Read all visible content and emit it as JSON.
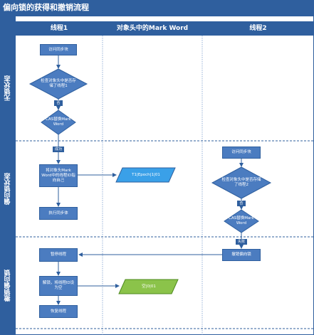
{
  "diagram": {
    "title": "偏向锁的获得和撤销流程",
    "columns": [
      "线程1",
      "对象头中的Mark Word",
      "线程2"
    ],
    "lanes": [
      "无锁状态",
      "偏向锁状态",
      "撤销偏向锁"
    ],
    "thread1": {
      "access_sync": "访问同步块",
      "check_thread": "检查对象头中是否存储了线程1",
      "no_label": "否",
      "cas": "CAS替换Mark Word",
      "ok_label": "成功",
      "replace_id": "将对象头Mark Word中的线程ID指向自己",
      "exec_sync": "执行同步体",
      "pause": "暂停线程",
      "unlock": "解锁，将线程ID设为空",
      "resume": "恢复线程"
    },
    "markword": {
      "biased": "T1|Epoch|1|01",
      "unlocked": "空|0|01"
    },
    "thread2": {
      "access_sync": "访问同步块",
      "check_thread": "检查对象头中是否存储了线程2",
      "no_label": "否",
      "cas": "CAS替换Mark Word",
      "fail_label": "失败",
      "revoke": "撤销偏向锁"
    },
    "colors": {
      "header": "#2f5f9e",
      "process": "#4b7cc0",
      "markword_biased": "#3aa0e8",
      "markword_unlocked": "#8bc34a"
    }
  }
}
